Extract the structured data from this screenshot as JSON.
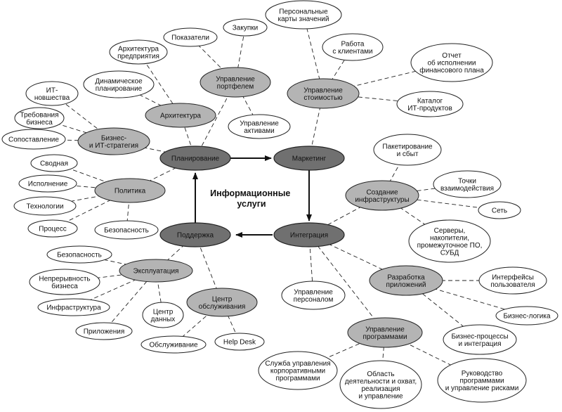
{
  "center_title": [
    "Информационные",
    "услуги"
  ],
  "core": {
    "planning": "Планирование",
    "marketing": "Маркетинг",
    "integration": "Интеграция",
    "support": "Поддержка"
  },
  "groups": {
    "portfolio": [
      "Управление",
      "портфелем"
    ],
    "architecture": [
      "Архитектура"
    ],
    "strategy": [
      "Бизнес-",
      "и ИТ-стратегия"
    ],
    "policy": [
      "Политика"
    ],
    "cost": [
      "Управление",
      "стоимостью"
    ],
    "infra": [
      "Создание",
      "инфраструктуры"
    ],
    "appdev": [
      "Разработка",
      "приложений"
    ],
    "programs": [
      "Управление",
      "программами"
    ],
    "operations": [
      "Эксплуатация"
    ],
    "servicecenter": [
      "Центр",
      "обслуживания"
    ]
  },
  "leaves": {
    "indicators": [
      "Показатели"
    ],
    "purchases": [
      "Закупки"
    ],
    "ent_arch": [
      "Архитектура",
      "предприятия"
    ],
    "dyn_plan": [
      "Динамическое",
      "планирование"
    ],
    "asset_mgmt": [
      "Управление",
      "активами"
    ],
    "it_news": [
      "ИТ-",
      "новшества"
    ],
    "biz_req": [
      "Требования",
      "бизнеса"
    ],
    "matching": [
      "Сопоставление"
    ],
    "summary": [
      "Сводная"
    ],
    "execution": [
      "Исполнение"
    ],
    "technologies": [
      "Технологии"
    ],
    "process": [
      "Процесс"
    ],
    "policy_security": [
      "Безопасность"
    ],
    "value_cards": [
      "Персональные",
      "карты значений"
    ],
    "client_work": [
      "Работа",
      "с клиентами"
    ],
    "fin_report": [
      "Отчет",
      "об исполнении",
      "финансового плана"
    ],
    "it_catalog": [
      "Каталог",
      "ИТ-продуктов"
    ],
    "packaging": [
      "Пакетирование",
      "и сбыт"
    ],
    "touchpoints": [
      "Точки",
      "взаимодействия"
    ],
    "network": [
      "Сеть"
    ],
    "servers": [
      "Серверы,",
      "накопители,",
      "промежуточное ПО,",
      "СУБД"
    ],
    "staff_mgmt": [
      "Управление",
      "персоналом"
    ],
    "user_ifaces": [
      "Интерфейсы",
      "пользователя"
    ],
    "biz_logic": [
      "Бизнес-логика"
    ],
    "biz_processes": [
      "Бизнес-процессы",
      "и интеграция"
    ],
    "corp_prog": [
      "Служба управления",
      "корпоративными",
      "программами"
    ],
    "scope": [
      "Область",
      "деятельности и охват,",
      "реализация",
      "и управление"
    ],
    "prog_risk": [
      "Руководство",
      "программами",
      "и управление рисками"
    ],
    "ops_security": [
      "Безопасность"
    ],
    "continuity": [
      "Непрерывность",
      "бизнеса"
    ],
    "infrastructure": [
      "Инфраструктура"
    ],
    "applications": [
      "Приложения"
    ],
    "datacenter": [
      "Центр",
      "данных"
    ],
    "maintenance": [
      "Обслуживание"
    ],
    "helpdesk": [
      "Help Desk"
    ]
  }
}
